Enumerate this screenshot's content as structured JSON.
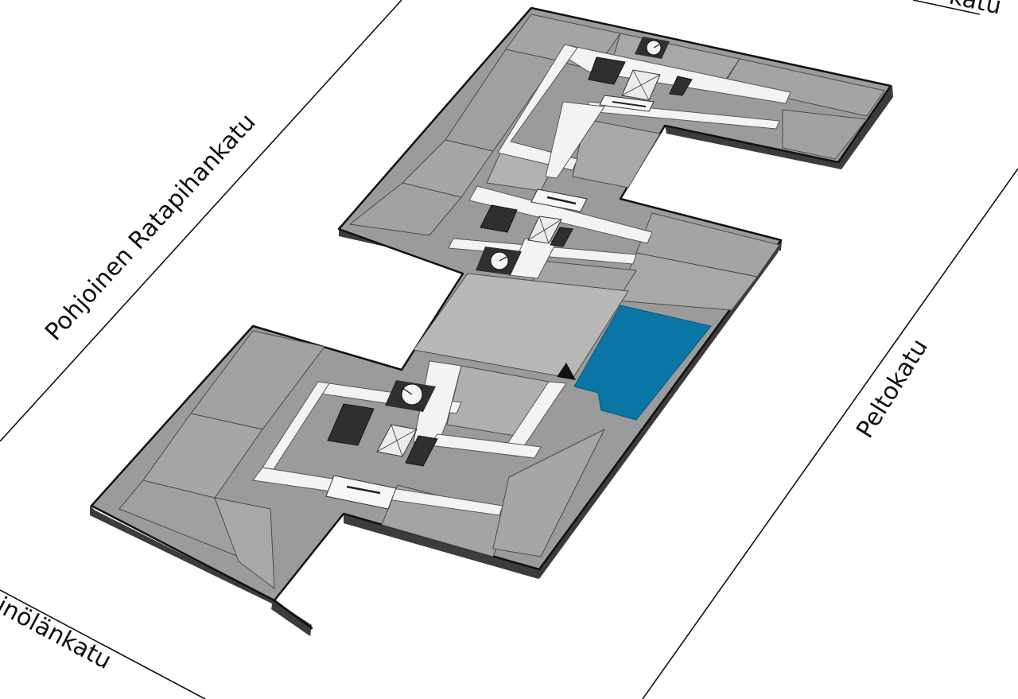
{
  "map": {
    "streets": [
      {
        "id": "north-west",
        "label": "Pohjoinen Ratapihankatu"
      },
      {
        "id": "east",
        "label": "Peltokatu"
      },
      {
        "id": "south-west",
        "label": "inölänkatu"
      },
      {
        "id": "north-east",
        "label": "katu"
      }
    ],
    "colors": {
      "room": "#9b9b9b",
      "room_light": "#b6b6b6",
      "room_lighter": "#cfcfcf",
      "corridor": "#f3f3f3",
      "service": "#2f2f2f",
      "highlight": "#0a76a6",
      "slab_edge": "#3c3c3c"
    },
    "markers": [
      {
        "id": "you-are-here",
        "icon": "triangle-marker-icon"
      },
      {
        "id": "stairs-north",
        "icon": "spiral-stairs-icon"
      },
      {
        "id": "stairs-middle",
        "icon": "spiral-stairs-icon"
      },
      {
        "id": "stairs-south",
        "icon": "spiral-stairs-icon"
      },
      {
        "id": "elevator-north",
        "icon": "elevator-icon"
      },
      {
        "id": "elevator-middle",
        "icon": "elevator-icon"
      },
      {
        "id": "elevator-south",
        "icon": "elevator-icon"
      }
    ],
    "highlighted_room": "blue-room"
  }
}
